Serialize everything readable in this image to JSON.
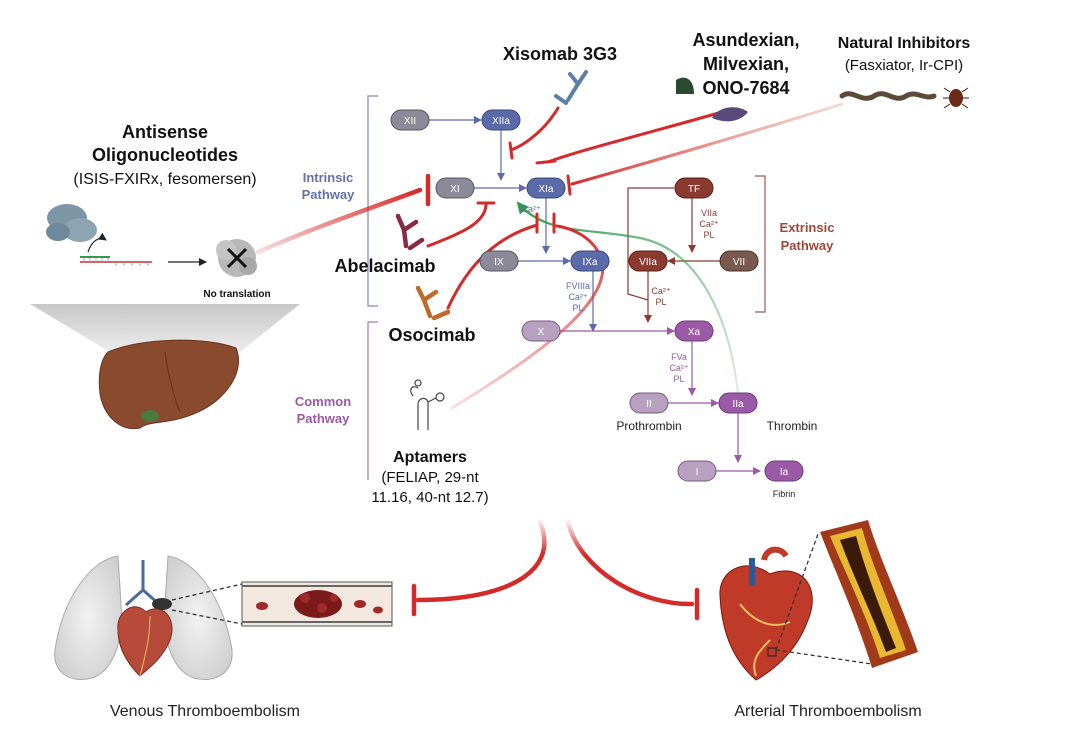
{
  "colors": {
    "inhibit": "#d42a2a",
    "intrinsic": "#5b6aa8",
    "extrinsic": "#8b3a30",
    "common": "#9a5aa5",
    "thrombin_feedback": "#2e9a4a"
  },
  "drugs": {
    "antisense": {
      "title_line1": "Antisense",
      "title_line2": "Oligonucleotides",
      "sub": "(ISIS-FXIRx, fesomersen)"
    },
    "no_translation": "No translation",
    "xisomab": "Xisomab 3G3",
    "asundexian": {
      "line1": "Asundexian,",
      "line2": "Milvexian,",
      "line3": "ONO-7684"
    },
    "natural": {
      "title": "Natural Inhibitors",
      "sub": "(Fasxiator, Ir-CPI)"
    },
    "abelacimab": "Abelacimab",
    "osocimab": "Osocimab",
    "aptamers": {
      "title": "Aptamers",
      "line1": "(FELIAP, 29-nt",
      "line2": "11.16, 40-nt 12.7)"
    }
  },
  "pathways": {
    "intrinsic": {
      "line1": "Intrinsic",
      "line2": "Pathway"
    },
    "extrinsic": {
      "line1": "Extrinsic",
      "line2": "Pathway"
    },
    "common": {
      "line1": "Common",
      "line2": "Pathway"
    }
  },
  "factors": {
    "xii": "XII",
    "xiia": "XIIa",
    "xi": "XI",
    "xia": "XIa",
    "ix": "IX",
    "ixa": "IXa",
    "x": "X",
    "xa": "Xa",
    "tf": "TF",
    "viia": "VIIa",
    "vii": "VII",
    "ii": "II",
    "iia": "IIa",
    "i": "I",
    "ia": "Ia"
  },
  "cofactors": {
    "ca_xia": "Ca²⁺",
    "ix_to_x": [
      "FVIIIa",
      "Ca²⁺",
      "PL"
    ],
    "tf_to_viia": [
      "VIIa",
      "Ca²⁺",
      "PL"
    ],
    "viia_to_x": [
      "Ca²⁺",
      "PL"
    ],
    "x_to_ii": [
      "FVa",
      "Ca²⁺",
      "PL"
    ]
  },
  "labels": {
    "prothrombin": "Prothrombin",
    "thrombin": "Thrombin",
    "fibrin": "Fibrin",
    "venous": "Venous Thromboembolism",
    "arterial": "Arterial Thromboembolism"
  }
}
